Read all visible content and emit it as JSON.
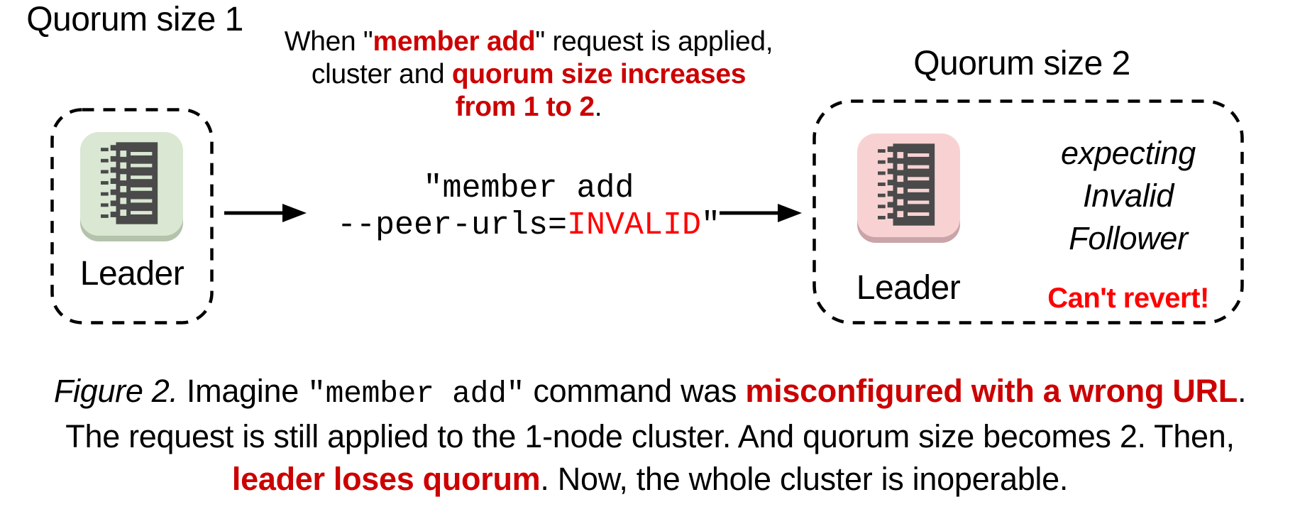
{
  "figure": {
    "left_group": {
      "title": "Quorum size 1",
      "node_label": "Leader"
    },
    "top_note": {
      "line1_prefix": "When \"",
      "line1_em": "member add",
      "line1_suffix": "\" request is applied,",
      "line2_prefix": "cluster and ",
      "line2_em": "quorum size increases",
      "line3_em": "from 1 to 2",
      "line3_suffix": "."
    },
    "command": {
      "line1": "\"member add",
      "line2_prefix": "--peer-urls=",
      "line2_em": "INVALID",
      "line2_suffix": "\""
    },
    "right_group": {
      "title": "Quorum size 2",
      "node_label": "Leader",
      "expecting_lines": [
        "expecting",
        "Invalid",
        "Follower"
      ],
      "warning": "Can't revert!"
    },
    "caption": {
      "figure_label": "Figure 2.",
      "line1_a": " Imagine ",
      "line1_code": "\"member add\"",
      "line1_b": " command was ",
      "line1_em": "misconfigured with a wrong URL",
      "line1_c": ".",
      "line2": "The request is still applied to the 1-node cluster. And quorum size becomes 2. Then,",
      "line3_em": "leader loses quorum",
      "line3_a": ". Now, the whole cluster is inoperable."
    },
    "colors": {
      "emphasis_red": "#cc0000",
      "bright_red": "#ff0000",
      "leader_ok_green": "#d9e7d3",
      "leader_ok_green_shadow": "#b4c3ab",
      "leader_bad_pink": "#f8d2d2",
      "leader_bad_pink_shadow": "#c9a4a8",
      "node_glyph_gray": "#4a4a4a"
    }
  }
}
